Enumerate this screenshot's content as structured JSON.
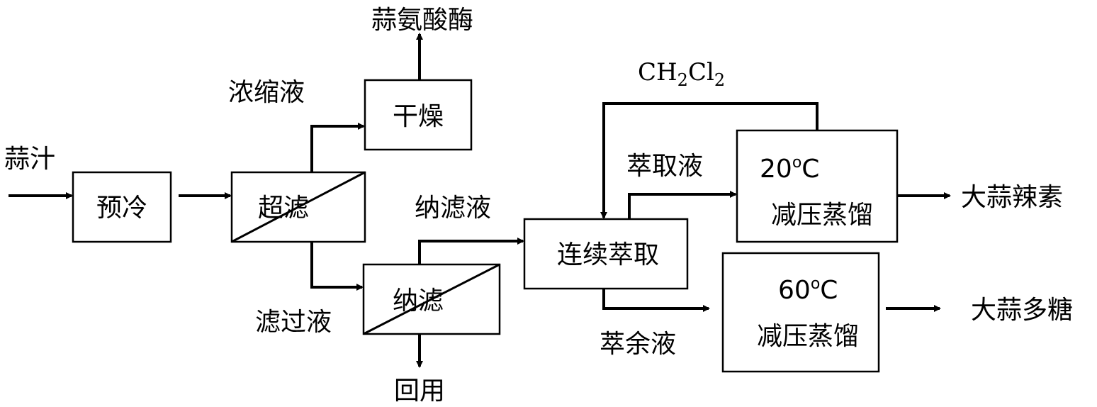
{
  "labels": {
    "garlic_juice": "蒜汁",
    "precool": "预冷",
    "ultrafiltration": "超滤",
    "concentrate": "浓缩液",
    "drying": "干燥",
    "alliinase": "蒜氨酸酶",
    "filtrate": "滤过液",
    "nanofiltration": "纳滤",
    "reuse": "回用",
    "nanofiltrate": "纳滤液",
    "continuous_extraction": "连续萃取",
    "extract": "萃取液",
    "raffinate": "萃余液",
    "solvent_main": "CH",
    "solvent_sub1": "2",
    "solvent_mid": "Cl",
    "solvent_sub2": "2",
    "distill_20_temp": "20",
    "distill_20_deg": "o",
    "distill_20_unit": "C",
    "distill_20_name": "减压蒸馏",
    "allicin": "大蒜辣素",
    "distill_60_temp": "60",
    "distill_60_deg": "o",
    "distill_60_unit": "C",
    "distill_60_name": "减压蒸馏",
    "polysaccharide": "大蒜多糖"
  }
}
